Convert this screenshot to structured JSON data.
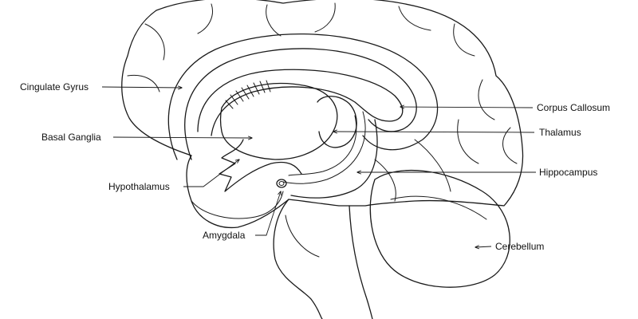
{
  "colors": {
    "line": "#1a1a1a",
    "text": "#111111",
    "background": "#ffffff"
  },
  "labels": {
    "cingulate_gyrus": "Cingulate Gyrus",
    "basal_ganglia": "Basal Ganglia",
    "hypothalamus": "Hypothalamus",
    "amygdala": "Amygdala",
    "corpus_callosum": "Corpus Callosum",
    "thalamus": "Thalamus",
    "hippocampus": "Hippocampus",
    "cerebellum": "Cerebellum"
  }
}
